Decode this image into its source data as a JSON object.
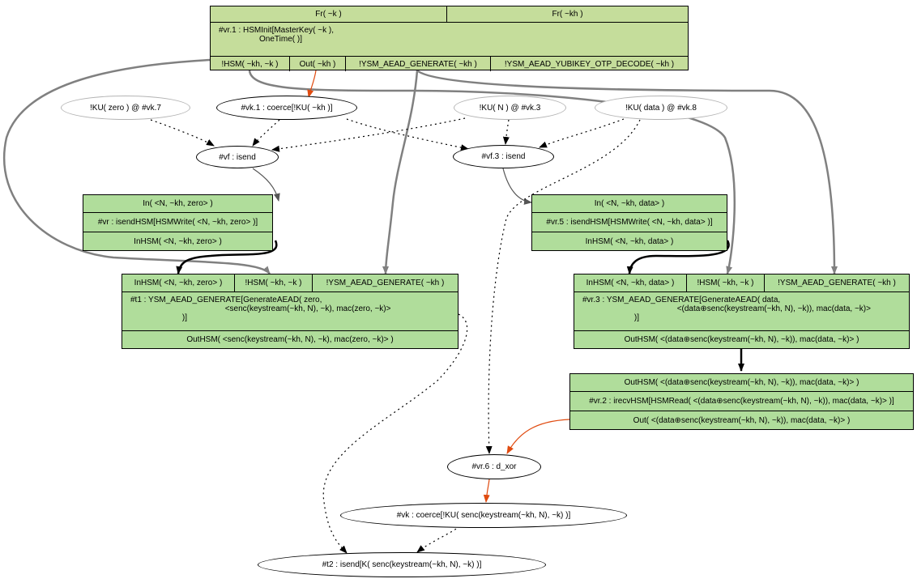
{
  "rules": {
    "setup": {
      "premises": [
        "Fr( ~k )",
        "Fr( ~kh )"
      ],
      "action": "#vr.1 : HSMInit[MasterKey( ~k ),\n                  OneTime( )]",
      "conclusions": [
        "!HSM( ~kh, ~k )",
        "Out( ~kh )",
        "!YSM_AEAD_GENERATE( ~kh )",
        "!YSM_AEAD_YUBIKEY_OTP_DECODE( ~kh )"
      ]
    },
    "isend_hsm_zero": {
      "premises": [
        "In( <N, ~kh, zero> )"
      ],
      "action": "#vr : isendHSM[HSMWrite( <N, ~kh, zero> )]",
      "conclusions": [
        "InHSM( <N, ~kh, zero> )"
      ]
    },
    "isend_hsm_data": {
      "premises": [
        "In( <N, ~kh, data> )"
      ],
      "action": "#vr.5 : isendHSM[HSMWrite( <N, ~kh, data> )]",
      "conclusions": [
        "InHSM( <N, ~kh, data> )"
      ]
    },
    "aead_zero": {
      "premises": [
        "InHSM( <N, ~kh, zero> )",
        "!HSM( ~kh, ~k )",
        "!YSM_AEAD_GENERATE( ~kh )"
      ],
      "action": "#t1 : YSM_AEAD_GENERATE[GenerateAEAD( zero,\n                                          <senc(keystream(~kh, N), ~k), mac(zero, ~k)>\n                       )]",
      "conclusions": [
        "OutHSM( <senc(keystream(~kh, N), ~k), mac(zero, ~k)> )"
      ]
    },
    "aead_data": {
      "premises": [
        "InHSM( <N, ~kh, data> )",
        "!HSM( ~kh, ~k )",
        "!YSM_AEAD_GENERATE( ~kh )"
      ],
      "action": "#vr.3 : YSM_AEAD_GENERATE[GenerateAEAD( data,\n                                          <(data⊕senc(keystream(~kh, N), ~k)), mac(data, ~k)>\n                       )]",
      "conclusions": [
        "OutHSM( <(data⊕senc(keystream(~kh, N), ~k)), mac(data, ~k)> )"
      ]
    },
    "irecv_hsm": {
      "premises": [
        "OutHSM( <(data⊕senc(keystream(~kh, N), ~k)), mac(data, ~k)> )"
      ],
      "action": "#vr.2 : irecvHSM[HSMRead( <(data⊕senc(keystream(~kh, N), ~k)), mac(data, ~k)> )]",
      "conclusions": [
        "Out( <(data⊕senc(keystream(~kh, N), ~k)), mac(data, ~k)> )"
      ]
    }
  },
  "nodes": {
    "ku_zero": "!KU( zero ) @ #vk.7",
    "coerce_ku_kh": "#vk.1 : coerce[!KU( ~kh )]",
    "ku_n": "!KU( N ) @ #vk.3",
    "ku_data": "!KU( data ) @ #vk.8",
    "isend_vf": "#vf : isend",
    "isend_vf3": "#vf.3 : isend",
    "d_xor": "#vr.6 : d_xor",
    "coerce_senc": "#vk : coerce[!KU( senc(keystream(~kh, N), ~k) )]",
    "isend_t2": "#t2 : isend[K( senc(keystream(~kh, N), ~k) )]"
  },
  "colors": {
    "setup_fill": "#c5dd9b",
    "rule_fill": "#b0dd9b",
    "edge_gray": "#808080",
    "edge_orange": "#e04b10",
    "edge_black": "#000000",
    "adversary_border": "#b4b4b4"
  }
}
